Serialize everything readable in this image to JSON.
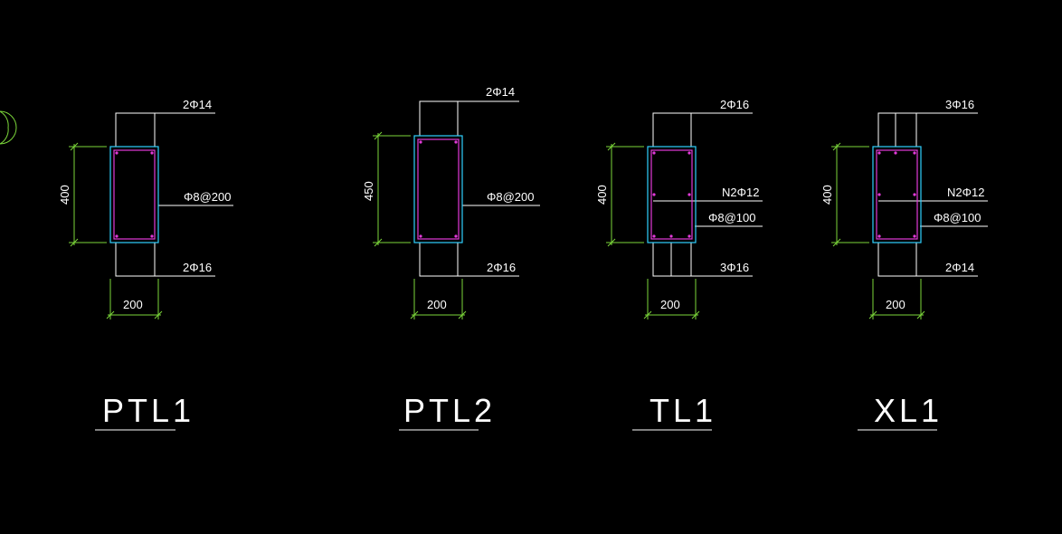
{
  "sections": [
    {
      "id": "PTL1",
      "title": "PTL1",
      "width_label": "200",
      "height_label": "400",
      "top_label": "2Φ14",
      "stirrup_label": "Φ8@200",
      "bottom_label": "2Φ16",
      "middle_label": ""
    },
    {
      "id": "PTL2",
      "title": "PTL2",
      "width_label": "200",
      "height_label": "450",
      "top_label": "2Φ14",
      "stirrup_label": "Φ8@200",
      "bottom_label": "2Φ16",
      "middle_label": ""
    },
    {
      "id": "TL1",
      "title": "TL1",
      "width_label": "200",
      "height_label": "400",
      "top_label": "2Φ16",
      "middle_label": "N2Φ12",
      "stirrup_label": "Φ8@100",
      "bottom_label": "3Φ16"
    },
    {
      "id": "XL1",
      "title": "XL1",
      "width_label": "200",
      "height_label": "400",
      "top_label": "3Φ16",
      "middle_label": "N2Φ12",
      "stirrup_label": "Φ8@100",
      "bottom_label": "2Φ14"
    }
  ],
  "colors": {
    "background": "#000000",
    "text": "#ffffff",
    "dimension": "#7bd63a",
    "concrete_outline": "#2fd0ff",
    "stirrup": "#e23ad9"
  }
}
